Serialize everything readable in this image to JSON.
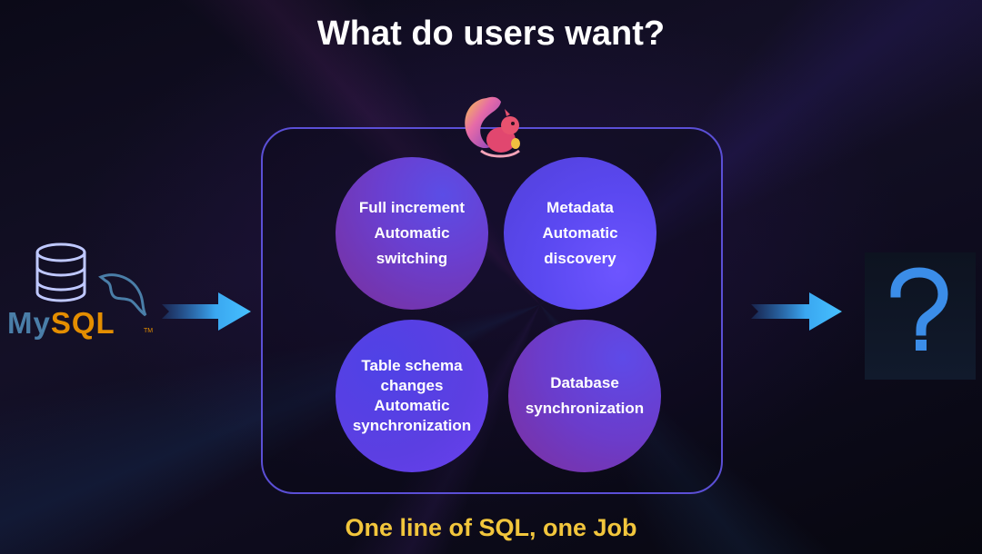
{
  "title": "What do users want?",
  "source": {
    "logo_name": "database-stack-icon",
    "brand_my": "My",
    "brand_sql": "SQL",
    "brand_tm": "TM"
  },
  "center_logo": "squirrel-logo-icon",
  "features": [
    {
      "lines": [
        "Full increment",
        "Automatic",
        "switching"
      ]
    },
    {
      "lines": [
        "Metadata",
        "Automatic",
        "discovery"
      ]
    },
    {
      "lines": [
        "Table schema",
        "changes",
        "Automatic",
        "synchronization"
      ]
    },
    {
      "lines": [
        "Database",
        "synchronization"
      ]
    }
  ],
  "target": {
    "symbol": "?"
  },
  "tagline": "One line of SQL, one Job",
  "colors": {
    "frame_border": "#5b4fd6",
    "tagline": "#f2c63c",
    "arrow": "#3aa7f0",
    "question_mark": "#3b8de8"
  }
}
